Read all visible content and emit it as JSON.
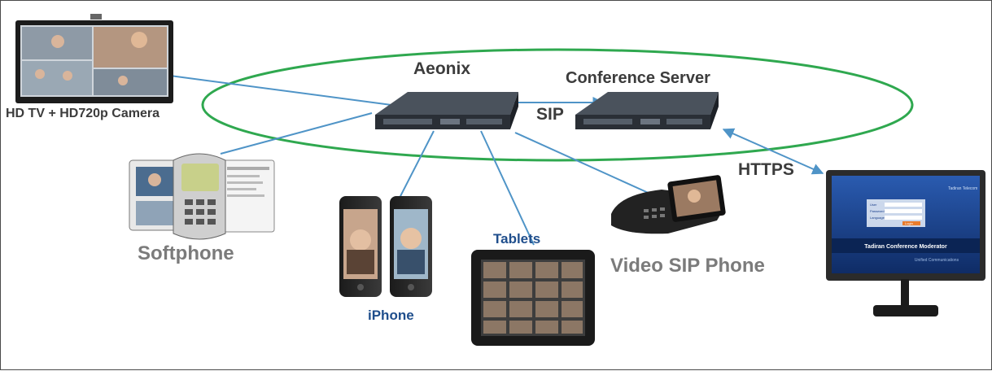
{
  "labels": {
    "aeonix": "Aeonix",
    "conference_server": "Conference Server",
    "sip": "SIP",
    "https": "HTTPS",
    "hd_tv": "HD TV + HD720p Camera",
    "softphone": "Softphone",
    "iphone": "iPhone",
    "tablets": "Tablets",
    "video_sip_phone": "Video SIP Phone"
  },
  "monitor_screen": {
    "brand": "Tadiran Telecom",
    "title": "Tadiran Conference Moderator",
    "subtitle": "Unified Communications",
    "fields": [
      "User",
      "Password",
      "Language"
    ],
    "button": "Login"
  },
  "colors": {
    "network_ellipse": "#2fa84f",
    "link_line": "#4f94c7",
    "server": "#2a2f36",
    "monitor_screen": "#1a3f8a"
  }
}
